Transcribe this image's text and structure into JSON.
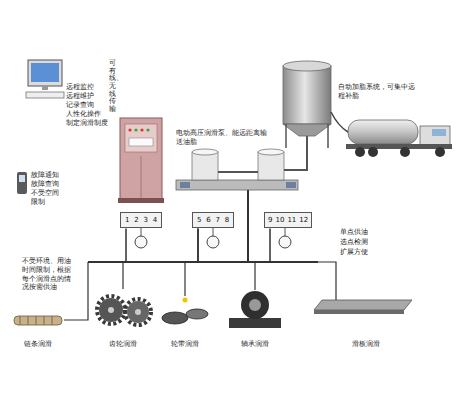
{
  "diagram": {
    "nodes": [
      {
        "text": [
          "1",
          "2",
          "3",
          "4"
        ]
      },
      {
        "text": [
          "5",
          "6",
          "7",
          "8"
        ]
      },
      {
        "text": [
          "9",
          "10",
          "11",
          "12"
        ]
      }
    ],
    "edges": [
      {
        "from": 0,
        "to": 1,
        "arrow": "none"
      },
      {
        "from": 1,
        "to": 2,
        "arrow": "none"
      }
    ],
    "labels": [
      "远程监控",
      "远程维护",
      "记录查询",
      "人性化操作",
      "制定润滑制度",
      "可有线、无线传输",
      "故障通知",
      "故障查询",
      "不受空间限制",
      "电动高压润滑泵、能远距离输送油脂",
      "自动加脂系统，可集中远程补脂",
      "不受环境、用油时间限制，根据每个润滑点的情况按需供油",
      "单点供油",
      "选点检测",
      "扩展方便",
      "链条润滑",
      "齿轮润滑",
      "轮带润滑",
      "轴承润滑",
      "滑板润滑"
    ]
  }
}
